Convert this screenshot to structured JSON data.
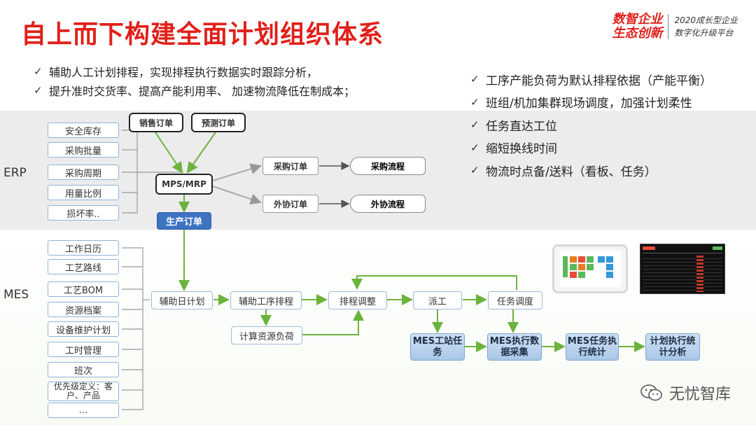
{
  "title": "自上而下构建全面计划组织体系",
  "brand": {
    "line1": "数智企业",
    "line2": "生态创新",
    "sub1": "2020成长型企业",
    "sub2": "数字化升级平台"
  },
  "left_bullets": [
    "辅助人工计划排程，实现排程执行数据实时跟踪分析，",
    "提升准时交货率、提高产能利用率、 加速物流降低在制成本；"
  ],
  "right_bullets": [
    "工序产能负荷为默认排程依据（产能平衡）",
    "班组/机加集群现场调度，加强计划柔性",
    "任务直达工位",
    "缩短换线时间",
    "物流时点备/送料（看板、任务）"
  ],
  "erp": {
    "label": "ERP",
    "inputs": [
      "安全库存",
      "采购批量",
      "采购周期",
      "用量比例",
      "损坏率.."
    ],
    "sales_order": "销售订单",
    "forecast_order": "预测订单",
    "mps": "MPS/MRP",
    "purchase_order": "采购订单",
    "purchase_flow": "采购流程",
    "outsource_order": "外协订单",
    "outsource_flow": "外协流程",
    "production_order": "生产订单"
  },
  "mes": {
    "label": "MES",
    "inputs": [
      "工作日历",
      "工艺路线",
      "工艺BOM",
      "资源档案",
      "设备维护计划",
      "工时管理",
      "班次",
      "优先级定义：客户、产品",
      "…"
    ],
    "daily_plan": "辅助日计划",
    "process_sched": "辅助工序排程",
    "resource_load": "计算资源负荷",
    "sched_adjust": "排程调整",
    "dispatch": "派工",
    "task_dispatch": "任务调度",
    "station_task": "MES工站任务",
    "exec_collect": "MES执行数据采集",
    "task_stats": "MES任务执行统计",
    "plan_analysis": "计划执行统计分析"
  },
  "watermark": "无忧智库",
  "colors": {
    "title_red": "#e0201a",
    "arrow_green": "#6cb33e",
    "arrow_gray": "#999999",
    "box_blue": "#3d73c0"
  }
}
